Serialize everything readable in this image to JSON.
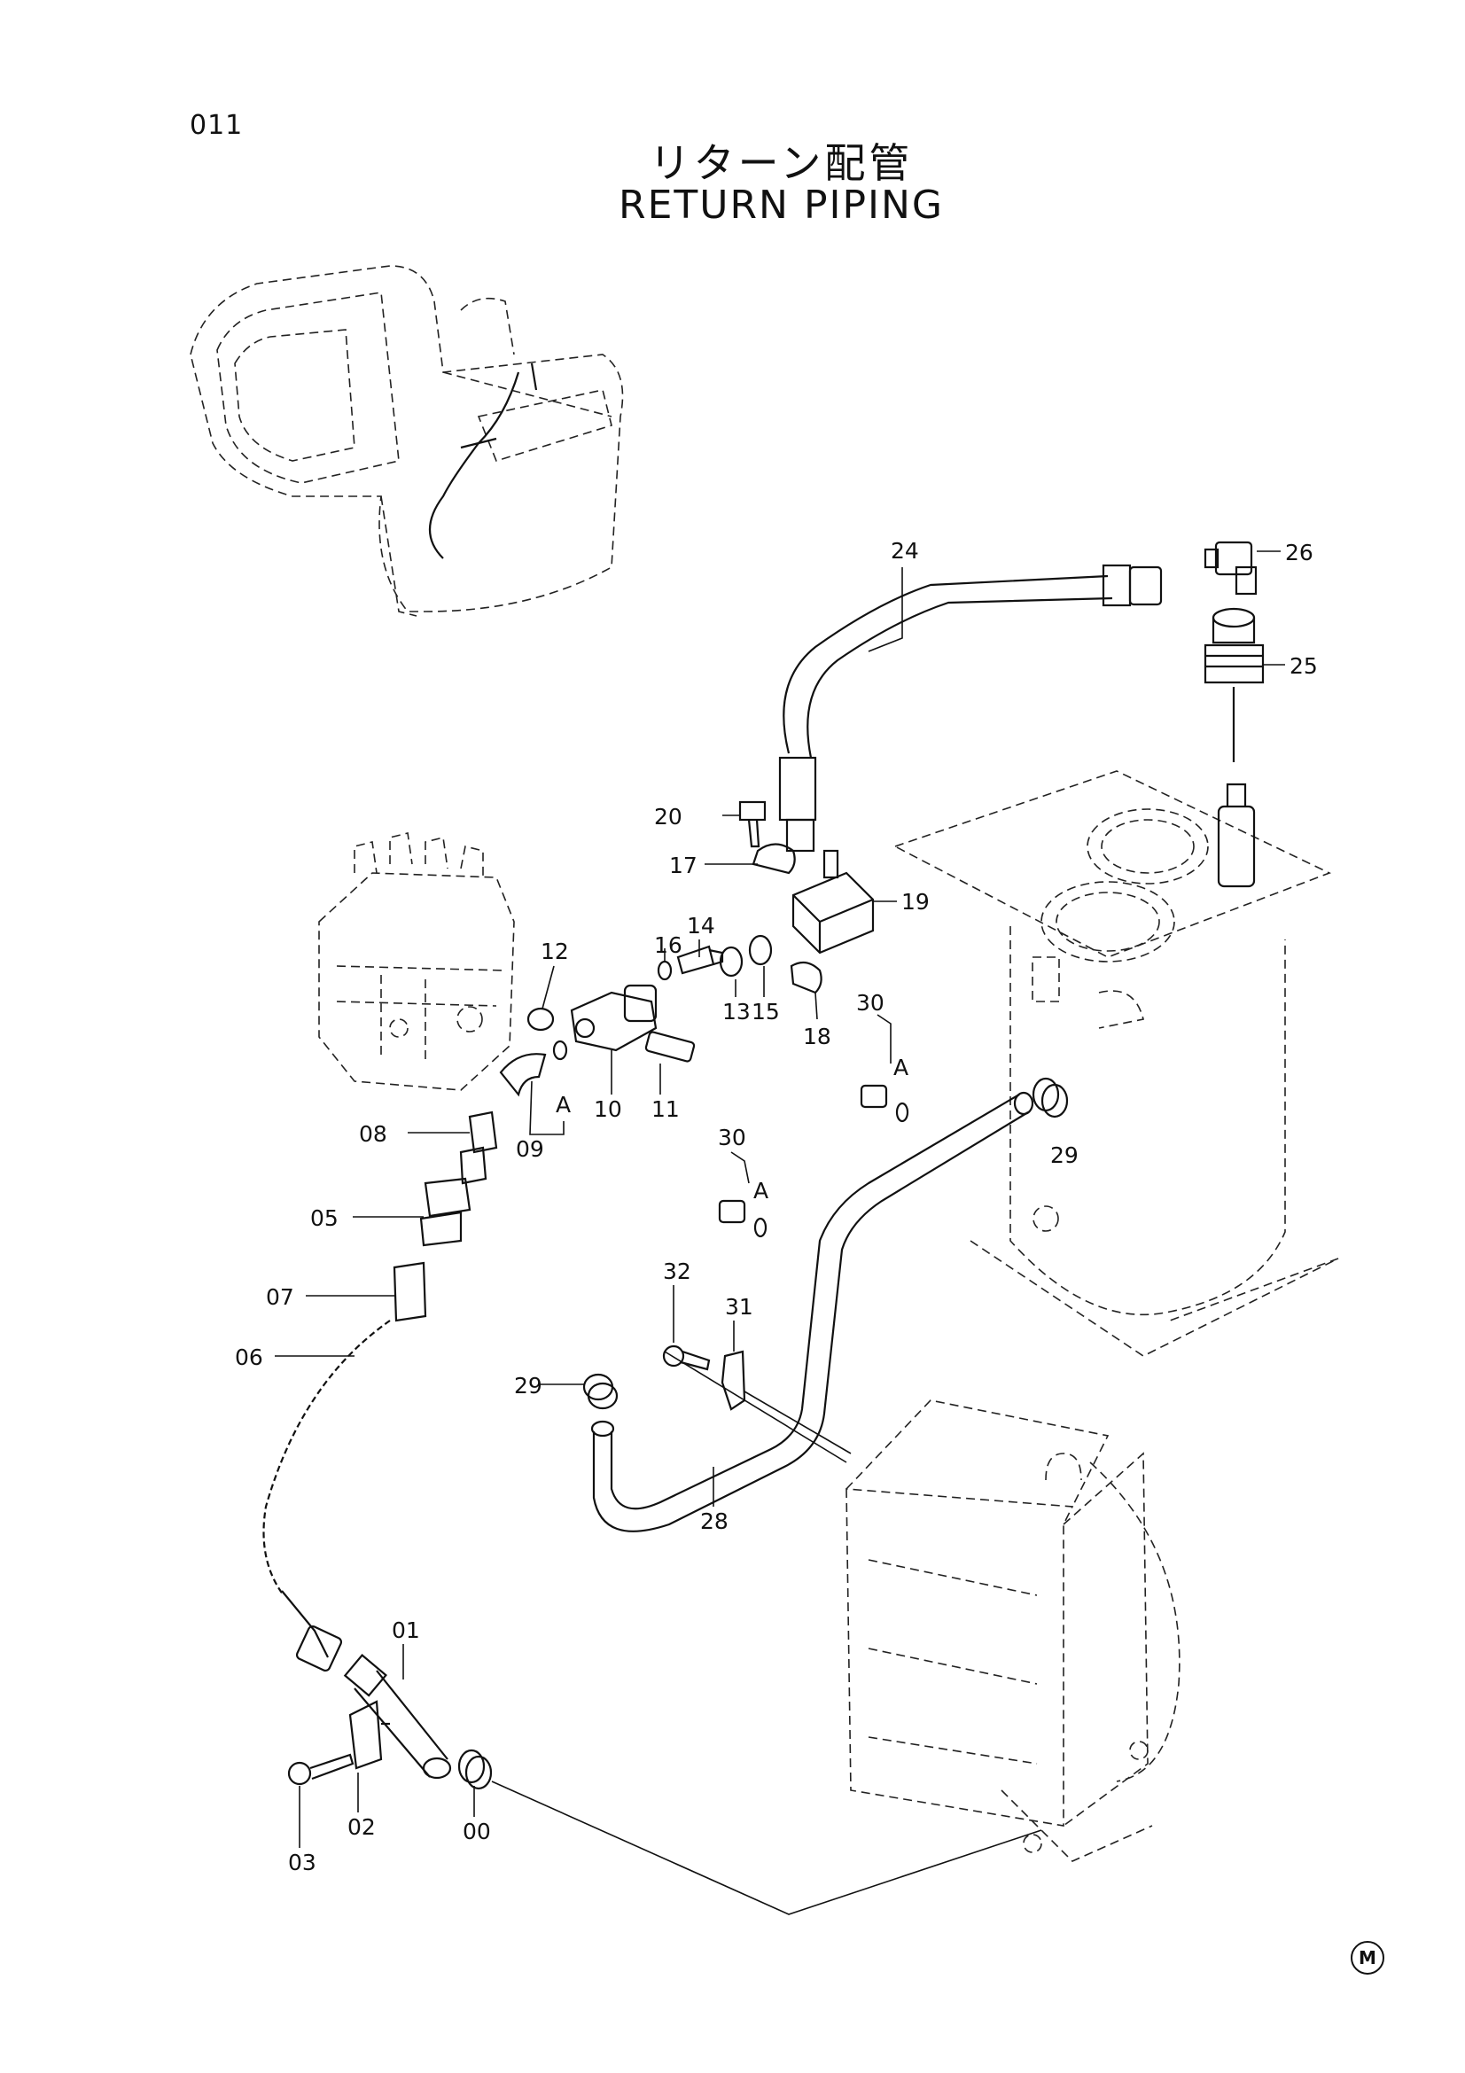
{
  "page_number": "011",
  "title_jp": "リターン配管",
  "title_en": "RETURN PIPING",
  "corner_mark": "M",
  "callouts": [
    {
      "id": "c24",
      "label": "24"
    },
    {
      "id": "c26",
      "label": "26"
    },
    {
      "id": "c25",
      "label": "25"
    },
    {
      "id": "c20",
      "label": "20"
    },
    {
      "id": "c17",
      "label": "17"
    },
    {
      "id": "c19",
      "label": "19"
    },
    {
      "id": "c14",
      "label": "14"
    },
    {
      "id": "c16",
      "label": "16"
    },
    {
      "id": "c12",
      "label": "12"
    },
    {
      "id": "c13",
      "label": "13"
    },
    {
      "id": "c15",
      "label": "15"
    },
    {
      "id": "c18",
      "label": "18"
    },
    {
      "id": "c30a",
      "label": "30"
    },
    {
      "id": "cAa",
      "label": "A"
    },
    {
      "id": "c29a",
      "label": "29"
    },
    {
      "id": "c10",
      "label": "10"
    },
    {
      "id": "c11",
      "label": "11"
    },
    {
      "id": "cAb",
      "label": "A"
    },
    {
      "id": "c09",
      "label": "09"
    },
    {
      "id": "c08",
      "label": "08"
    },
    {
      "id": "c30b",
      "label": "30"
    },
    {
      "id": "cAc",
      "label": "A"
    },
    {
      "id": "c05",
      "label": "05"
    },
    {
      "id": "c07",
      "label": "07"
    },
    {
      "id": "c06",
      "label": "06"
    },
    {
      "id": "c32",
      "label": "32"
    },
    {
      "id": "c31",
      "label": "31"
    },
    {
      "id": "c29b",
      "label": "29"
    },
    {
      "id": "c28",
      "label": "28"
    },
    {
      "id": "c01",
      "label": "01"
    },
    {
      "id": "c02",
      "label": "02"
    },
    {
      "id": "c00",
      "label": "00"
    },
    {
      "id": "c03",
      "label": "03"
    }
  ]
}
